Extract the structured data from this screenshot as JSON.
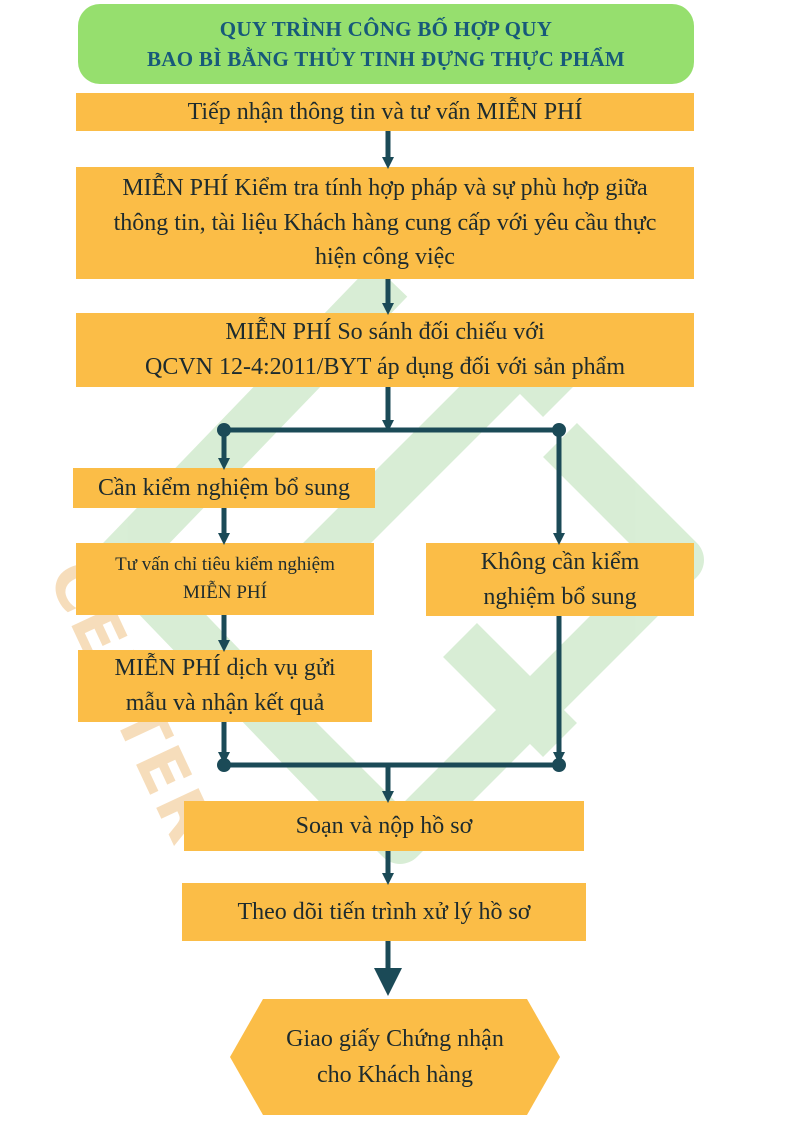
{
  "title": {
    "line1": "QUY TRÌNH CÔNG BỐ HỢP QUY",
    "line2": "BAO BÌ BẰNG THỦY TINH ĐỰNG THỰC PHẨM"
  },
  "steps": {
    "s1": "Tiếp nhận thông tin và tư vấn MIỄN PHÍ",
    "s2_l1": "MIỄN PHÍ Kiểm tra tính hợp pháp và sự phù hợp giữa",
    "s2_l2": "thông tin, tài liệu Khách hàng cung cấp với yêu cầu thực",
    "s2_l3": "hiện công việc",
    "s3_l1": "MIỄN PHÍ So sánh đối chiếu với",
    "s3_l2": "QCVN 12-4:2011/BYT áp dụng đối với sản phẩm",
    "left1": "Cần kiểm nghiệm bổ sung",
    "left2_l1": "Tư vấn chỉ tiêu kiểm nghiệm",
    "left2_l2": "MIỄN PHÍ",
    "left3_l1": "MIỄN PHÍ dịch vụ gửi",
    "left3_l2": "mẫu và nhận kết quả",
    "right1_l1": "Không cần kiểm",
    "right1_l2": "nghiệm bổ sung",
    "s4": "Soạn và nộp hồ sơ",
    "s5": "Theo dõi tiến trình xử lý hồ sơ",
    "s6_l1": "Giao giấy Chứng nhận",
    "s6_l2": "cho Khách hàng"
  },
  "watermark": {
    "text": "CENTER"
  },
  "colors": {
    "title_bg": "#96df6e",
    "title_text": "#17597a",
    "box_bg": "#fbbd47",
    "connector": "#1b4a57",
    "watermark": "#b9e0b4"
  }
}
